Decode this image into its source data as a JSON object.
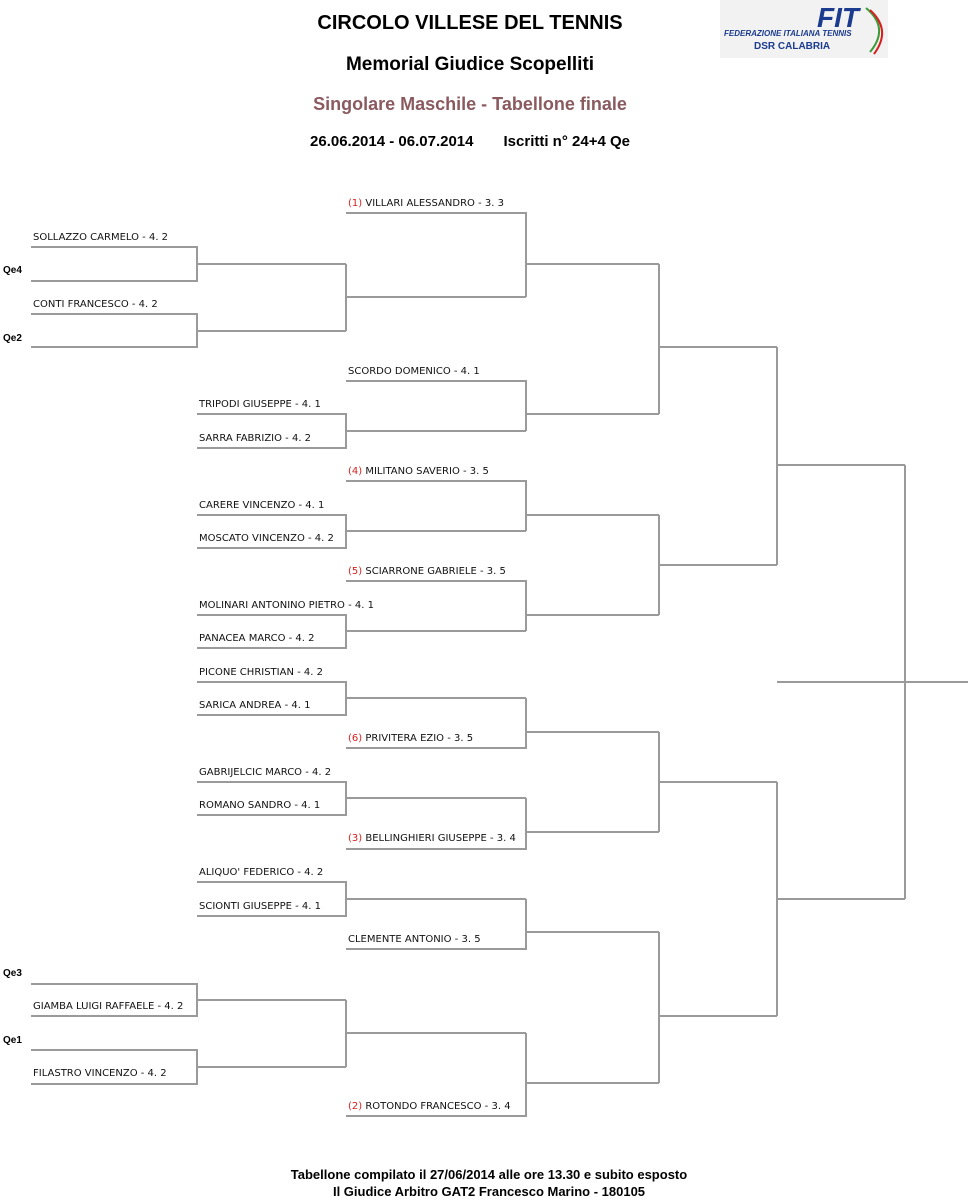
{
  "header": {
    "title": "CIRCOLO VILLESE DEL TENNIS",
    "subtitle": "Memorial Giudice Scopelliti",
    "event": "Singolare Maschile - Tabellone finale",
    "dates": "26.06.2014 - 06.07.2014",
    "entries": "Iscritti n° 24+4 Qe"
  },
  "logo": {
    "main": "FIT",
    "line1": "FEDERAZIONE ITALIANA TENNIS",
    "line2": "DSR CALABRIA"
  },
  "qualifier_labels": {
    "qe4": "Qe4",
    "qe2": "Qe2",
    "qe3": "Qe3",
    "qe1": "Qe1"
  },
  "players": {
    "villari": {
      "seed": "(1)",
      "name": "VILLARI ALESSANDRO - 3. 3"
    },
    "sollazzo": {
      "seed": "",
      "name": "SOLLAZZO CARMELO - 4. 2"
    },
    "conti": {
      "seed": "",
      "name": "CONTI FRANCESCO - 4. 2"
    },
    "scordo": {
      "seed": "",
      "name": "SCORDO DOMENICO - 4. 1"
    },
    "tripodi": {
      "seed": "",
      "name": "TRIPODI GIUSEPPE - 4. 1"
    },
    "sarra": {
      "seed": "",
      "name": "SARRA FABRIZIO - 4. 2"
    },
    "militano": {
      "seed": "(4)",
      "name": "MILITANO SAVERIO - 3. 5"
    },
    "carere": {
      "seed": "",
      "name": "CARERE VINCENZO - 4. 1"
    },
    "moscato": {
      "seed": "",
      "name": "MOSCATO VINCENZO - 4. 2"
    },
    "sciarrone": {
      "seed": "(5)",
      "name": "SCIARRONE GABRIELE - 3. 5"
    },
    "molinari": {
      "seed": "",
      "name": "MOLINARI ANTONINO PIETRO - 4. 1"
    },
    "panacea": {
      "seed": "",
      "name": "PANACEA MARCO - 4. 2"
    },
    "picone": {
      "seed": "",
      "name": "PICONE CHRISTIAN - 4. 2"
    },
    "sarica": {
      "seed": "",
      "name": "SARICA ANDREA - 4. 1"
    },
    "privitera": {
      "seed": "(6)",
      "name": "PRIVITERA EZIO - 3. 5"
    },
    "gabrijelcic": {
      "seed": "",
      "name": "GABRIJELCIC MARCO - 4. 2"
    },
    "romano": {
      "seed": "",
      "name": "ROMANO SANDRO - 4. 1"
    },
    "bellinghieri": {
      "seed": "(3)",
      "name": "BELLINGHIERI GIUSEPPE - 3. 4"
    },
    "aliquo": {
      "seed": "",
      "name": "ALIQUO' FEDERICO - 4. 2"
    },
    "scionti": {
      "seed": "",
      "name": "SCIONTI GIUSEPPE - 4. 1"
    },
    "clemente": {
      "seed": "",
      "name": "CLEMENTE ANTONIO - 3. 5"
    },
    "giamba": {
      "seed": "",
      "name": "GIAMBA LUIGI RAFFAELE - 4. 2"
    },
    "filastro": {
      "seed": "",
      "name": "FILASTRO VINCENZO - 4. 2"
    },
    "rotondo": {
      "seed": "(2)",
      "name": "ROTONDO FRANCESCO - 3. 4"
    }
  },
  "footer": {
    "line1": "Tabellone compilato il 27/06/2014 alle ore 13.30 e subito esposto",
    "line2": "Il Giudice Arbitro GAT2 Francesco Marino - 180105"
  },
  "colors": {
    "bracket_line": "#9a9a9a",
    "seed": "#d81e1e",
    "event_title": "#8a5a5f",
    "logo_blue": "#1b3b8f"
  }
}
